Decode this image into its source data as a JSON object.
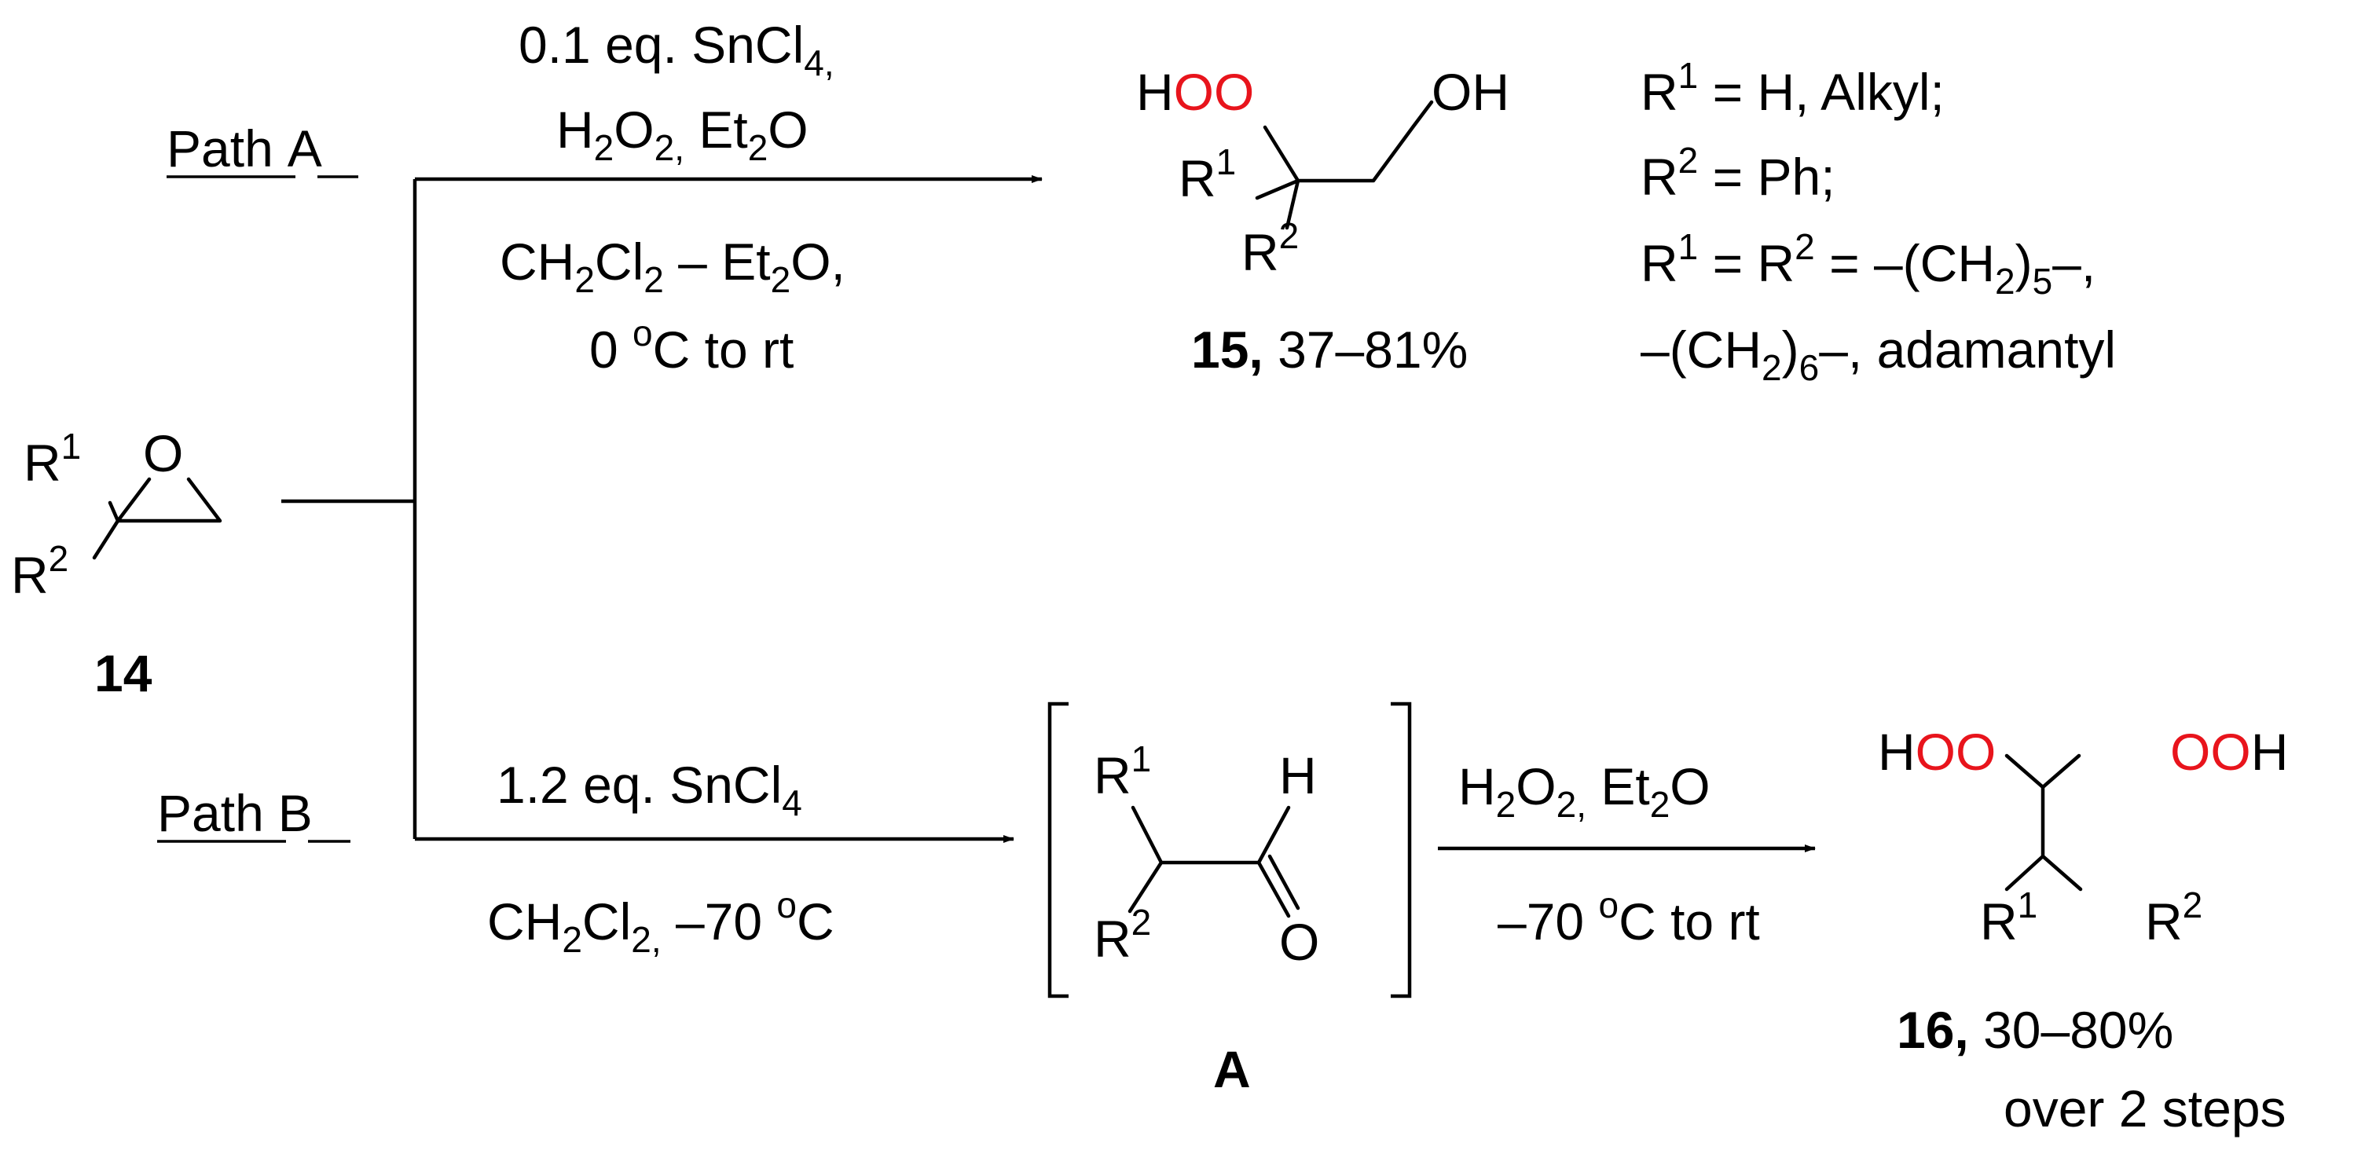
{
  "colors": {
    "ink": "#000000",
    "oxygen": "#e8141c"
  },
  "start": {
    "R1": "R",
    "R1_sup": "1",
    "R2": "R",
    "R2_sup": "2",
    "O": "O",
    "label": "14"
  },
  "path_a": {
    "label_word": "Path",
    "label_letter": "A",
    "cond1_a": "0.1 eq. SnCl",
    "cond1_a_sub": "4,",
    "cond1_b1": "H",
    "cond1_b1_sub": "2",
    "cond1_b2": "O",
    "cond1_b2_sub": "2,",
    "cond1_b3": " Et",
    "cond1_b3_sub": "2",
    "cond1_b4": "O",
    "cond2_a1": "CH",
    "cond2_a1_sub": "2",
    "cond2_a2": "Cl",
    "cond2_a2_sub": "2",
    "cond2_a3": " – Et",
    "cond2_a3_sub": "2",
    "cond2_a4": "O,",
    "cond2_b1": "0 ",
    "cond2_b_sup": "o",
    "cond2_b2": "C to rt",
    "product": {
      "H_left": "H",
      "OO": "OO",
      "OH": "OH",
      "R1": "R",
      "R1_sup": "1",
      "R2": "R",
      "R2_sup": "2",
      "label": "15,",
      "yield": " 37–81%"
    },
    "substituents": {
      "line1_R": "R",
      "line1_sup": "1",
      "line1_text": " = H, Alkyl;",
      "line2_R": "R",
      "line2_sup": "2",
      "line2_text": " = Ph;",
      "line3_R1": "R",
      "line3_sup1": "1",
      "line3_mid": " = R",
      "line3_sup2": "2",
      "line3_a": " = –(CH",
      "line3_sub": "2",
      "line3_b": ")",
      "line3_sub2": "5",
      "line3_c": "–,",
      "line4_a": "–(CH",
      "line4_sub": "2",
      "line4_b": ")",
      "line4_sub2": "6",
      "line4_c": "–, adamantyl"
    }
  },
  "path_b": {
    "label_word": "Path",
    "label_letter": "B",
    "cond1_a": "1.2 eq. SnCl",
    "cond1_a_sub": "4",
    "cond2_a1": "CH",
    "cond2_a1_sub": "2",
    "cond2_a2": "Cl",
    "cond2_a2_sub": "2,",
    "cond2_a3": " –70 ",
    "cond2_a_sup": "o",
    "cond2_a4": "C",
    "intermediate": {
      "R1": "R",
      "R1_sup": "1",
      "R2": "R",
      "R2_sup": "2",
      "H": "H",
      "O": "O",
      "label": "A"
    },
    "cond3_1": "H",
    "cond3_1_sub": "2",
    "cond3_2": "O",
    "cond3_2_sub": "2,",
    "cond3_3": " Et",
    "cond3_3_sub": "2",
    "cond3_4": "O",
    "cond4_1": "–70 ",
    "cond4_sup": "o",
    "cond4_2": "C to rt",
    "product": {
      "H_left": "H",
      "OO_left": "OO",
      "OO_right": "OO",
      "H_right": "H",
      "R1": "R",
      "R1_sup": "1",
      "R2": "R",
      "R2_sup": "2",
      "label": "16,",
      "yield": " 30–80%",
      "note": "over 2 steps"
    }
  }
}
